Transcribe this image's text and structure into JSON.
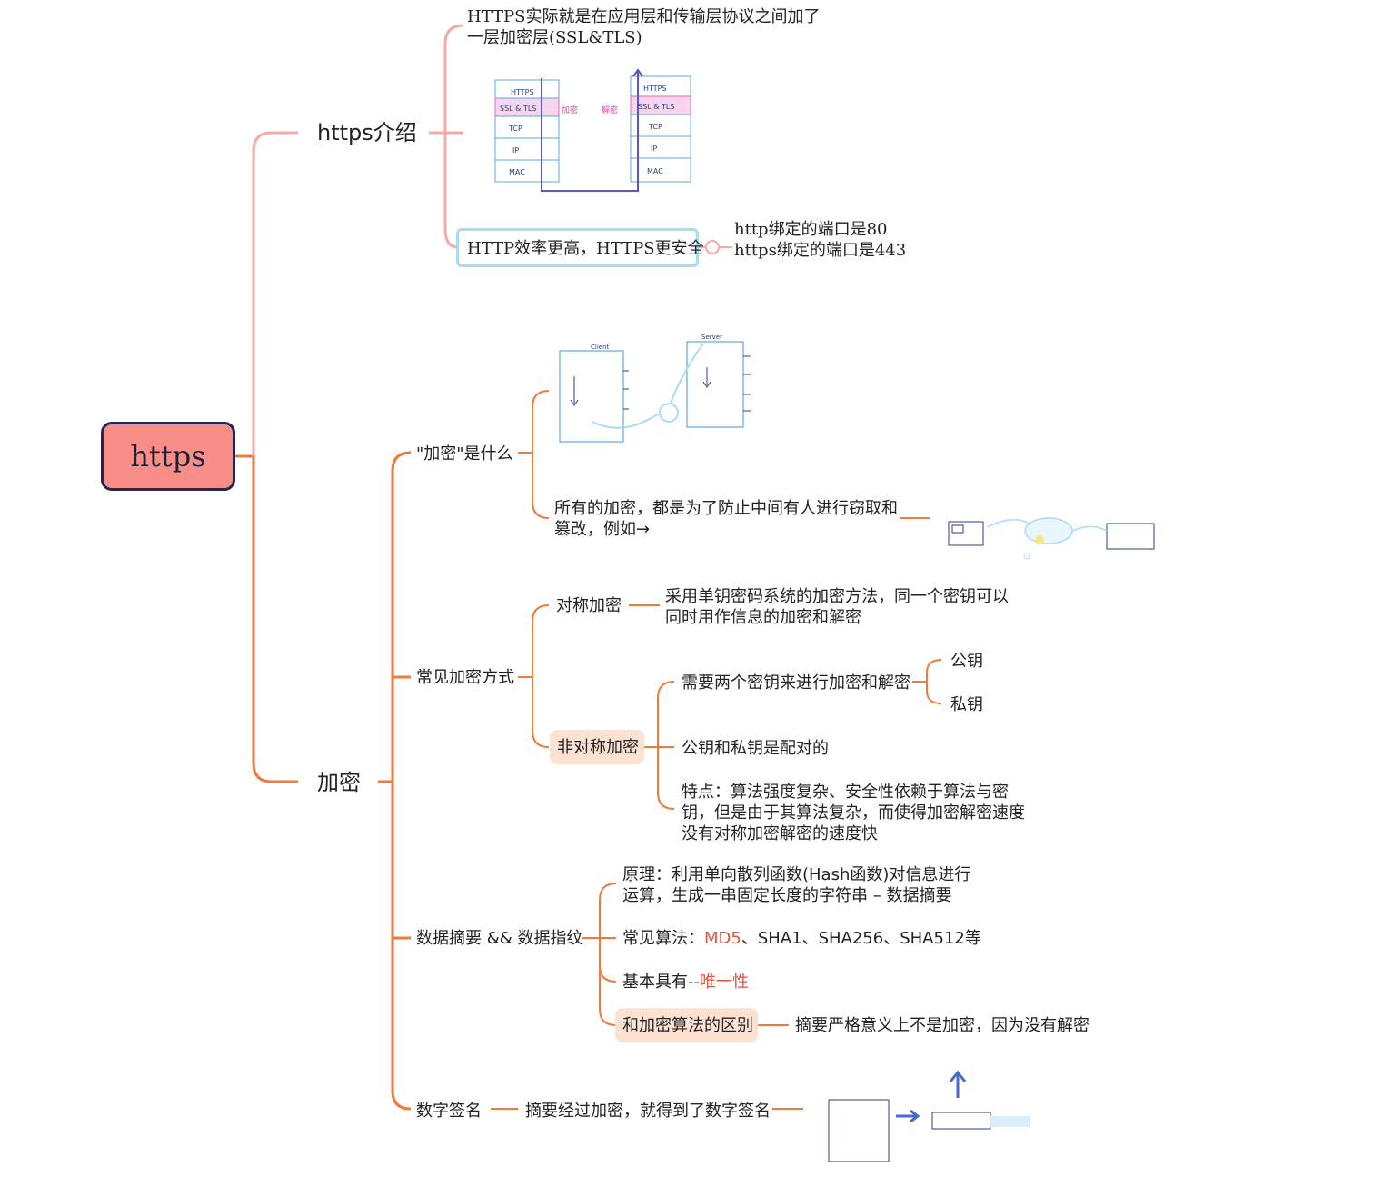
{
  "root": {
    "label": "https"
  },
  "branch_intro": {
    "label": "https介绍",
    "desc_line1": "HTTPS实际就是在应用层和传输层协议之间加了",
    "desc_line2": "一层加密层(SSL&TLS)",
    "layers_left": [
      "HTTPS",
      "SSL & TLS",
      "TCP",
      "IP",
      "MAC"
    ],
    "layers_right": [
      "HTTPS",
      "SSL & TLS",
      "TCP",
      "IP",
      "MAC"
    ],
    "encrypt_mark": "加密",
    "decrypt_mark": "解密",
    "compare": "HTTP效率更高，HTTPS更安全",
    "port_http": "http绑定的端口是80",
    "port_https": "https绑定的端口是443"
  },
  "branch_crypto": {
    "label": "加密",
    "what": {
      "label": "\"加密\"是什么",
      "sketch_client": "Client",
      "sketch_server": "Server",
      "purpose_line1": "所有的加密，都是为了防止中间有人进行窃取和",
      "purpose_line2": "篡改，例如→"
    },
    "methods": {
      "label": "常见加密方式",
      "symmetric": {
        "label": "对称加密",
        "desc_line1": "采用单钥密码系统的加密方法，同一个密钥可以",
        "desc_line2": "同时用作信息的加密和解密"
      },
      "asymmetric": {
        "label": "非对称加密",
        "two_keys": "需要两个密钥来进行加密和解密",
        "public_key": "公钥",
        "private_key": "私钥",
        "paired": "公钥和私钥是配对的",
        "feature_line1": "特点：算法强度复杂、安全性依赖于算法与密",
        "feature_line2": "钥，但是由于其算法复杂，而使得加密解密速度",
        "feature_line3": "没有对称加密解密的速度快"
      }
    },
    "digest": {
      "label": "数据摘要 && 数据指纹",
      "principle_line1": "原理：利用单向散列函数(Hash函数)对信息进行",
      "principle_line2": "运算，生成一串固定长度的字符串 – 数据摘要",
      "algos_prefix": "常见算法：",
      "algos_hl": "MD5",
      "algos_rest": "、SHA1、SHA256、SHA512等",
      "unique_prefix": "基本具有--",
      "unique_hl": "唯一性",
      "diff_label": "和加密算法的区别",
      "diff_desc": "摘要严格意义上不是加密，因为没有解密"
    },
    "signature": {
      "label": "数字签名",
      "desc": "摘要经过加密，就得到了数字签名"
    }
  },
  "colors": {
    "intro_line": "#f8a8a0",
    "crypto_line": "#f07a3a",
    "root_fill": "#f98d88",
    "root_border": "#1f2755",
    "blue": "#a8dcf5",
    "peach": "#fde2d2",
    "highlight": "#e5533c"
  }
}
